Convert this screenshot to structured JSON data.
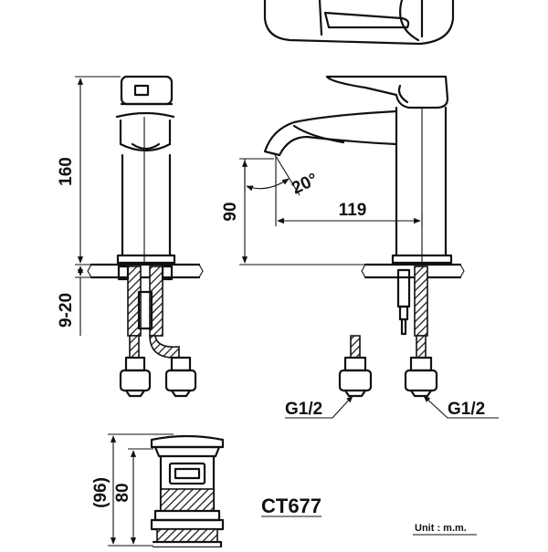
{
  "dimensions": {
    "overall_height": "160",
    "counter_thickness": "9-20",
    "spout_height": "90",
    "spout_reach": "119",
    "spout_angle": "20°",
    "thread_left": "G1/2",
    "thread_right": "G1/2",
    "waste_height": "80",
    "waste_height_total": "(96)"
  },
  "model": "CT677",
  "unit_label": "Unit : m.m.",
  "colors": {
    "line": "#111111",
    "background": "#ffffff"
  }
}
